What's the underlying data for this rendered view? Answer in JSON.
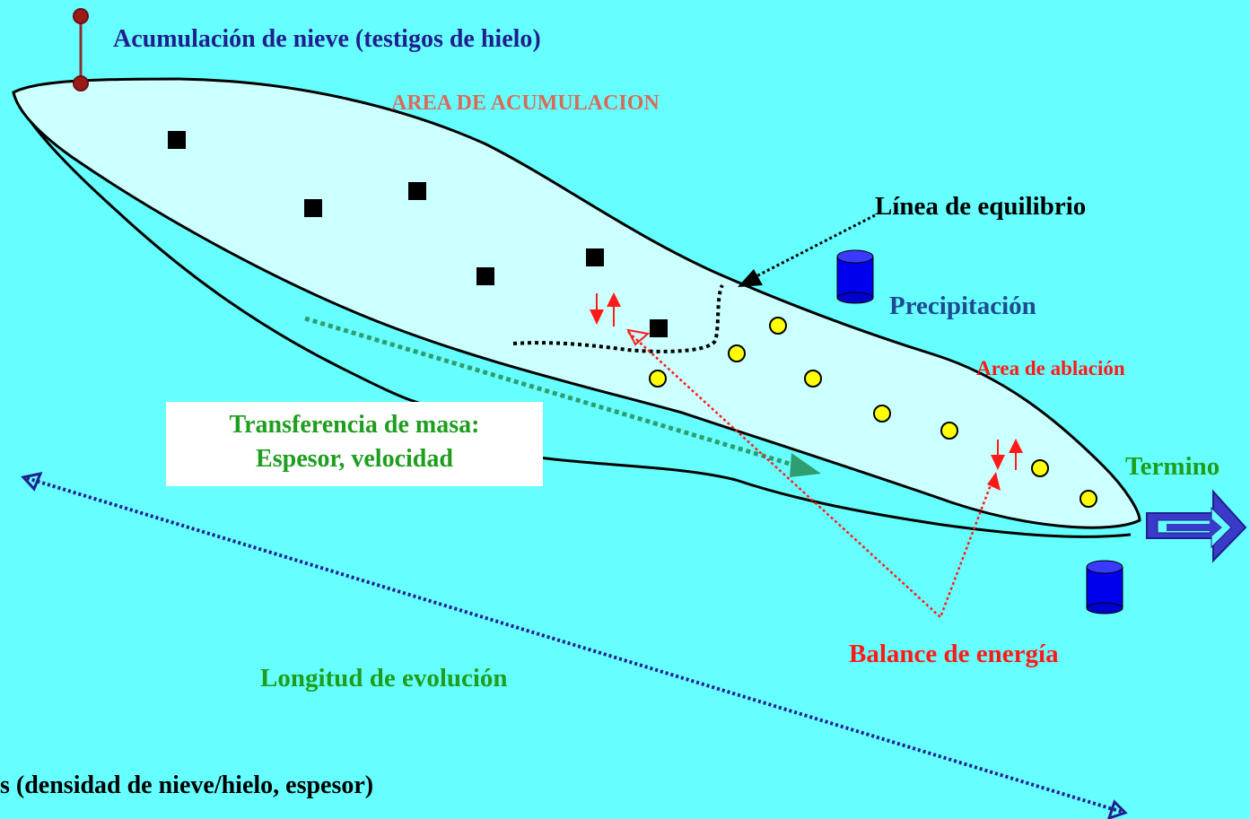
{
  "labels": {
    "snow_accumulation": "Acumulación de nieve (testigos de hielo)",
    "accumulation_area": "AREA DE ACUMULACION",
    "equilibrium_line": "Línea de equilibrio",
    "precipitation": "Precipitación",
    "ablation_area": "Area de ablación",
    "mass_transfer_line1": "Transferencia de masa:",
    "mass_transfer_line2": "Espesor, velocidad",
    "terminus": "Termino",
    "energy_balance": "Balance de energía",
    "evolution_length": "Longitud de evolución",
    "bottom_text": "s (densidad de nieve/hielo, espesor)"
  },
  "colors": {
    "background": "#66FFFF",
    "glacier_fill": "#CCFFFF",
    "navy_text": "#1F1F8F",
    "accent_red": "#FF1A1A",
    "area_label": "#D96A5A",
    "green_text": "#1E9E1E",
    "marker_square": "#000000",
    "marker_circle": "#FFFF00",
    "cylinder": "#0000EE"
  }
}
